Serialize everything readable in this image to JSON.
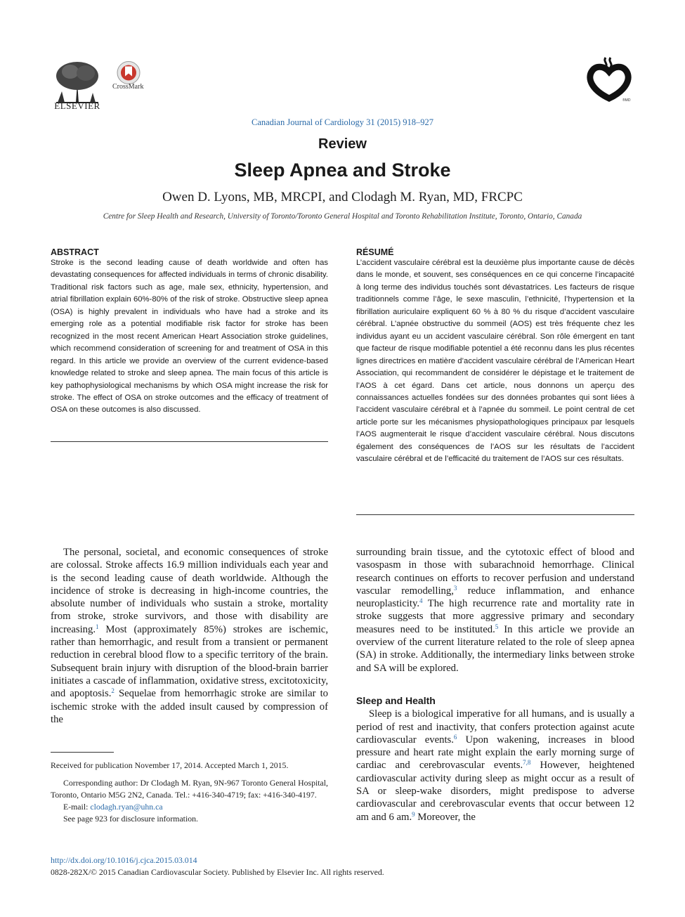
{
  "header": {
    "publisher": "ELSEVIER",
    "crossmark": "CrossMark",
    "journal_ref": "Canadian Journal of Cardiology 31 (2015) 918–927",
    "section_type": "Review",
    "title": "Sleep Apnea and Stroke",
    "authors": "Owen D. Lyons, MB, MRCPI, and Clodagh M. Ryan, MD, FRCPC",
    "affiliation": "Centre for Sleep Health and Research, University of Toronto/Toronto General Hospital and Toronto Rehabilitation Institute, Toronto, Ontario, Canada",
    "md_mark": "®MD"
  },
  "abstract": {
    "heading": "ABSTRACT",
    "text": "Stroke is the second leading cause of death worldwide and often has devastating consequences for affected individuals in terms of chronic disability. Traditional risk factors such as age, male sex, ethnicity, hypertension, and atrial fibrillation explain 60%-80% of the risk of stroke. Obstructive sleep apnea (OSA) is highly prevalent in individuals who have had a stroke and its emerging role as a potential modifiable risk factor for stroke has been recognized in the most recent American Heart Association stroke guidelines, which recommend consideration of screening for and treatment of OSA in this regard. In this article we provide an overview of the current evidence-based knowledge related to stroke and sleep apnea. The main focus of this article is key pathophysiological mechanisms by which OSA might increase the risk for stroke. The effect of OSA on stroke outcomes and the efficacy of treatment of OSA on these outcomes is also discussed."
  },
  "resume": {
    "heading": "RÉSUMÉ",
    "text": "L’accident vasculaire cérébral est la deuxième plus importante cause de décès dans le monde, et souvent, ses conséquences en ce qui concerne l’incapacité à long terme des individus touchés sont dévastatrices. Les facteurs de risque traditionnels comme l’âge, le sexe masculin, l’ethnicité, l’hypertension et la fibrillation auriculaire expliquent 60 % à 80 % du risque d’accident vasculaire cérébral. L’apnée obstructive du sommeil (AOS) est très fréquente chez les individus ayant eu un accident vasculaire cérébral. Son rôle émergent en tant que facteur de risque modifiable potentiel a été reconnu dans les plus récentes lignes directrices en matière d’accident vasculaire cérébral de l’American Heart Association, qui recommandent de considérer le dépistage et le traitement de l’AOS à cet égard. Dans cet article, nous donnons un aperçu des connaissances actuelles fondées sur des données probantes qui sont liées à l’accident vasculaire cérébral et à l’apnée du sommeil. Le point central de cet article porte sur les mécanismes physiopathologiques principaux par lesquels l’AOS augmenterait le risque d’accident vasculaire cérébral. Nous discutons également des conséquences de l’AOS sur les résultats de l’accident vasculaire cérébral et de l’efficacité du traitement de l’AOS sur ces résultats."
  },
  "body_left": {
    "p1_a": "The personal, societal, and economic consequences of stroke are colossal. Stroke affects 16.9 million individuals each year and is the second leading cause of death worldwide. Although the incidence of stroke is decreasing in high-income countries, the absolute number of individuals who sustain a stroke, mortality from stroke, stroke survivors, and those with disability are increasing.",
    "ref1": "1",
    "p1_b": " Most (approximately 85%) strokes are ischemic, rather than hemorrhagic, and result from a transient or permanent reduction in cerebral blood flow to a specific territory of the brain. Subsequent brain injury with disruption of the blood-brain barrier initiates a cascade of inflammation, oxidative stress, excitotoxicity, and apoptosis.",
    "ref2": "2",
    "p1_c": " Sequelae from hemorrhagic stroke are similar to ischemic stroke with the added insult caused by compression of the"
  },
  "body_right": {
    "p1_a": "surrounding brain tissue, and the cytotoxic effect of blood and vasospasm in those with subarachnoid hemorrhage. Clinical research continues on efforts to recover perfusion and understand vascular remodelling,",
    "ref3": "3",
    "p1_b": " reduce inflammation, and enhance neuroplasticity.",
    "ref4": "4",
    "p1_c": " The high recurrence rate and mortality rate in stroke suggests that more aggressive primary and secondary measures need to be instituted.",
    "ref5": "5",
    "p1_d": " In this article we provide an overview of the current literature related to the role of sleep apnea (SA) in stroke. Additionally, the intermediary links between stroke and SA will be explored.",
    "section_heading": "Sleep and Health",
    "p2_a": "Sleep is a biological imperative for all humans, and is usually a period of rest and inactivity, that confers protection against acute cardiovascular events.",
    "ref6": "6",
    "p2_b": " Upon wakening, increases in blood pressure and heart rate might explain the early morning surge of cardiac and cerebrovascular events.",
    "ref78": "7,8",
    "p2_c": " However, heightened cardiovascular activity during sleep as might occur as a result of SA or sleep-wake disorders, might predispose to adverse cardiovascular and cerebrovascular events that occur between 12 am and 6 am.",
    "ref9": "9",
    "p2_d": " Moreover, the"
  },
  "footnotes": {
    "received": "Received for publication November 17, 2014. Accepted March 1, 2015.",
    "corresponding": "Corresponding author: Dr Clodagh M. Ryan, 9N-967 Toronto General Hospital, Toronto, Ontario M5G 2N2, Canada. Tel.: +416-340-4719; fax: +416-340-4197.",
    "email_label": "E-mail: ",
    "email": "clodagh.ryan@uhn.ca",
    "disclosure": "See page 923 for disclosure information."
  },
  "footer": {
    "doi": "http://dx.doi.org/10.1016/j.cjca.2015.03.014",
    "copyright": "0828-282X/© 2015 Canadian Cardiovascular Society. Published by Elsevier Inc. All rights reserved."
  },
  "colors": {
    "link": "#2a6aa8",
    "crossmark_red": "#c8372d"
  }
}
